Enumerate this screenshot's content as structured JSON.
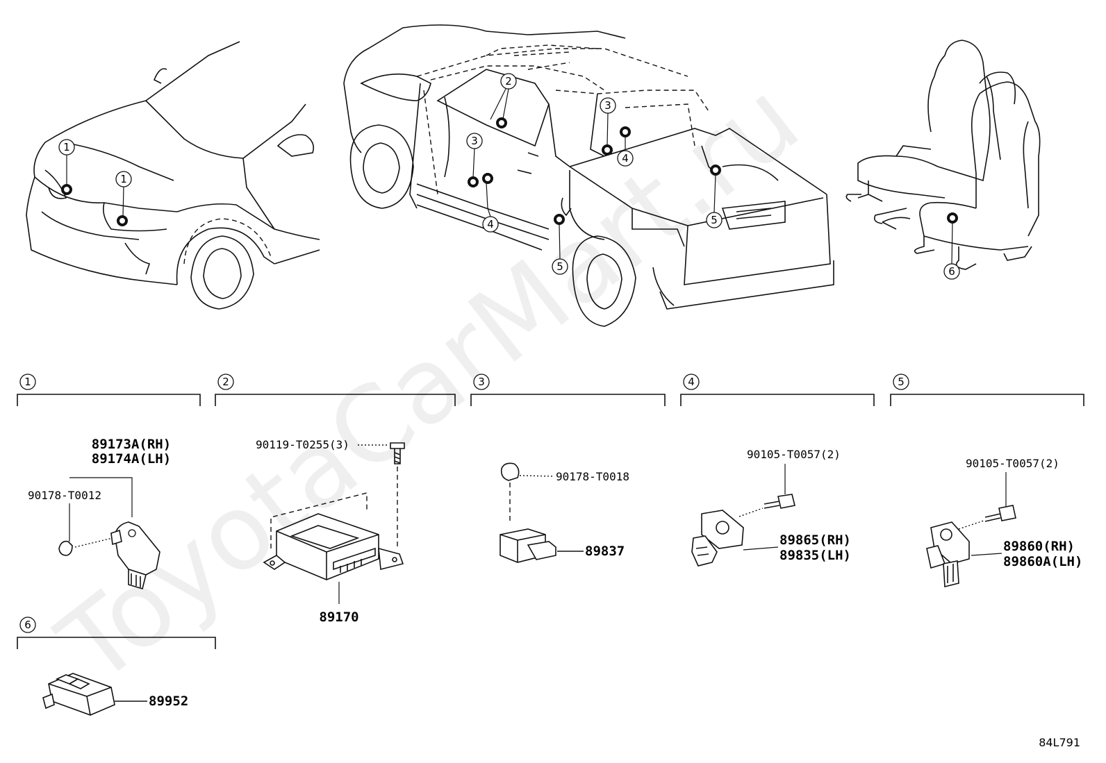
{
  "watermark": "ToyotaCarMart.ru",
  "figure_code": "84L791",
  "location_callouts": [
    "1",
    "1",
    "2",
    "3",
    "3",
    "4",
    "4",
    "5",
    "5",
    "6"
  ],
  "groups": [
    {
      "num": "1",
      "labels": [
        "89173A(RH)",
        "89174A(LH)",
        "90178-T0012"
      ]
    },
    {
      "num": "2",
      "labels": [
        "90119-T0255(3)",
        "89170"
      ]
    },
    {
      "num": "3",
      "labels": [
        "90178-T0018",
        "89837"
      ]
    },
    {
      "num": "4",
      "labels": [
        "90105-T0057(2)",
        "89865(RH)",
        "89835(LH)"
      ]
    },
    {
      "num": "5",
      "labels": [
        "90105-T0057(2)",
        "89860(RH)",
        "89860A(LH)"
      ]
    },
    {
      "num": "6",
      "labels": [
        "89952"
      ]
    }
  ]
}
